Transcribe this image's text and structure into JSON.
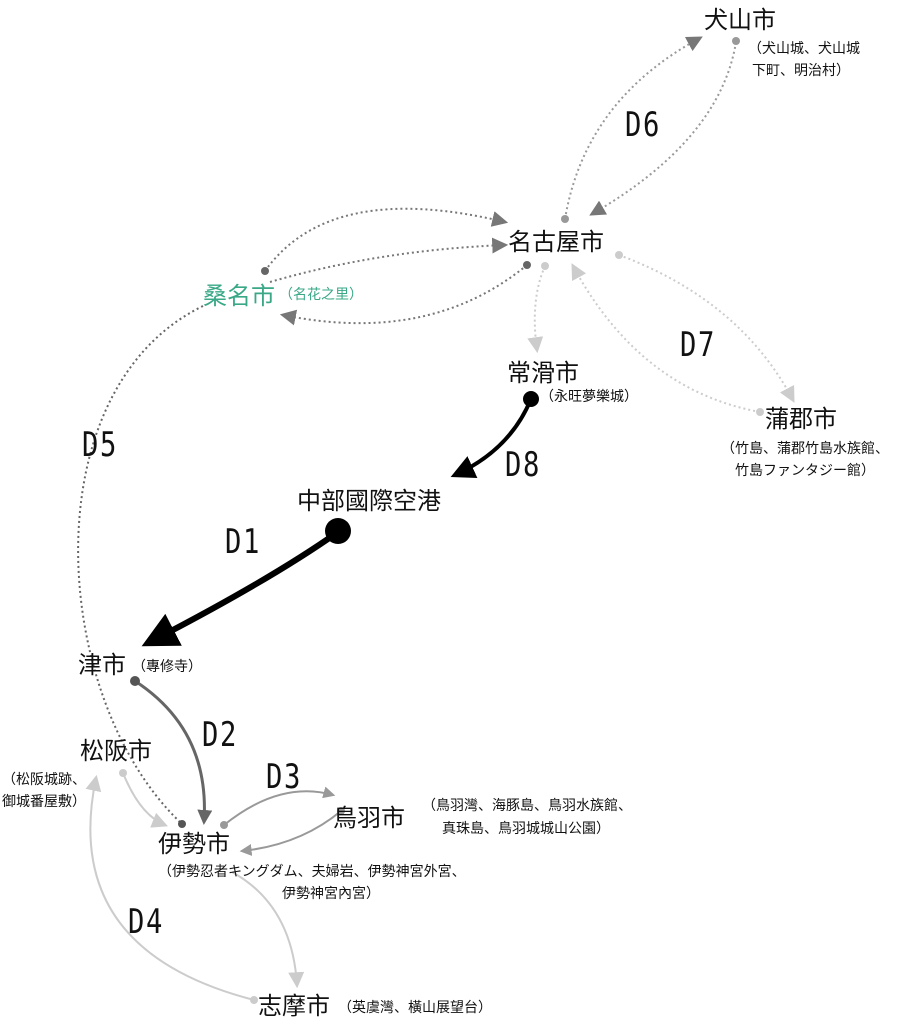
{
  "colors": {
    "kuwana": "#3aa887",
    "strong": "#000000",
    "medium": "#666666",
    "light": "#cccccc"
  },
  "cities": {
    "inuyama": {
      "name": "犬山市",
      "sub1": "（犬山城、犬山城",
      "sub2": "下町、明治村）"
    },
    "nagoya": {
      "name": "名古屋市"
    },
    "kuwana": {
      "name": "桑名市",
      "sub": "（名花之里）"
    },
    "tokoname": {
      "name": "常滑市",
      "sub": "（永旺夢樂城）"
    },
    "gamagori": {
      "name": "蒲郡市",
      "sub1": "（竹島、蒲郡竹島水族館、",
      "sub2": "竹島ファンタジー館）"
    },
    "centrair": {
      "name": "中部國際空港"
    },
    "tsu": {
      "name": "津市",
      "sub": "（專修寺）"
    },
    "matsusaka": {
      "name": "松阪市",
      "sub1": "（松阪城跡、",
      "sub2": "御城番屋敷）"
    },
    "ise": {
      "name": "伊勢市",
      "sub1": "（伊勢忍者キングダム、夫婦岩、伊勢神宮外宮、",
      "sub2": "伊勢神宮內宮）"
    },
    "toba": {
      "name": "鳥羽市",
      "sub1": "（鳥羽灣、海豚島、鳥羽水族館、",
      "sub2": "真珠島、鳥羽城城山公園）"
    },
    "shima": {
      "name": "志摩市",
      "sub": "（英虞灣、橫山展望台）"
    }
  },
  "days": {
    "d1": "D1",
    "d2": "D2",
    "d3": "D3",
    "d4": "D4",
    "d5": "D5",
    "d6": "D6",
    "d7": "D7",
    "d8": "D8"
  }
}
